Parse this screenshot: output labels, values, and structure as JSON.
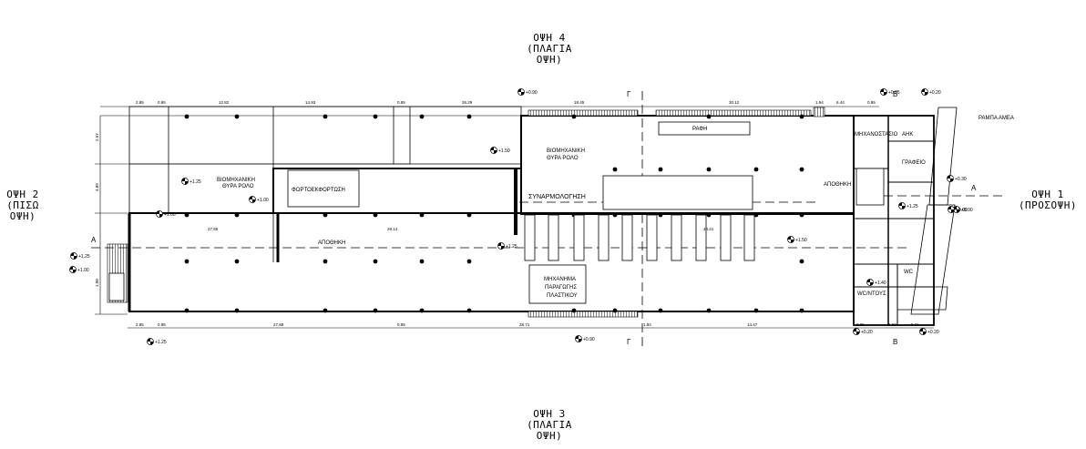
{
  "elevations": {
    "top": {
      "line1": "ΟΨΗ 4",
      "line2": "(ΠΛΑΓΙΑ",
      "line3": "ΟΨΗ)"
    },
    "bottom": {
      "line1": "ΟΨΗ 3",
      "line2": "(ΠΛΑΓΙΑ",
      "line3": "ΟΨΗ)"
    },
    "left": {
      "line1": "ΟΨΗ 2",
      "line2": "(ΠΙΣΩ ΟΨΗ)"
    },
    "right": {
      "line1": "ΟΨΗ 1",
      "line2": "(ΠΡΟΣΟΨΗ)"
    }
  },
  "rooms": {
    "storage": "ΑΠΟΘΗΚΗ",
    "loading": "ΦΟΡΤΟΕΚΦΟΡΤΩΣΗ",
    "assembly": "ΣΥΝΑΡΜΟΛΟΓΗΣΗ",
    "sewing": "ΡΑΦΗ",
    "machine_room": "ΜΗΧΑΝΟΣΤΑΣΙΟ",
    "storage_small": "ΑΠΟΘΗΚΗ",
    "office": "ΓΡΑΦΕΙΟ",
    "wc": "WC",
    "wc2": "WC/ΝΤΟΥΣ",
    "ahk": "ΑΗΚ",
    "plastic_machine_1": "ΜΗΧΑΝΗΜΑ",
    "plastic_machine_2": "ΠΑΡΑΓΩΓΗΣ",
    "plastic_machine_3": "ΠΛΑΣΤΙΚΟΥ"
  },
  "notes": {
    "industrial_door_1a": "ΒΙΟΜΗΧΑΝΙΚΗ",
    "industrial_door_1b": "ΘΥΡΑ ΡΟΛΟ",
    "industrial_door_2a": "ΒΙΟΜΗΧΑΝΙΚΗ",
    "industrial_door_2b": "ΘΥΡΑ ΡΟΛΟ",
    "ramp": "ΡΑΜΠΑ ΑΜΕΑ"
  },
  "sections": {
    "a": "A",
    "b": "Β",
    "g": "Γ"
  },
  "top_dims": [
    "2.85",
    "0.95",
    "12.82",
    "14.93",
    "0.95",
    "26.29",
    "18.45",
    "30.12",
    "1.94",
    "6.44",
    "0.95"
  ],
  "bottom_dims": [
    "2.85",
    "0.95",
    "27.88",
    "0.95",
    "28.71",
    "1.94",
    "14.47",
    "0.95",
    "5.59",
    "5.21"
  ],
  "left_dims": [
    "1.00",
    "2.57",
    "4.89"
  ],
  "inner_dims": [
    "27.85",
    "28.14",
    "44.41"
  ],
  "levels": [
    "+0.90",
    "+1.25",
    "+1.25",
    "+1.00",
    "+1.25",
    "+1.00",
    "+0.90",
    "+0.20",
    "+0.05",
    "+0.30",
    "+1.50",
    "+1.25",
    "+1.50",
    "+0.90",
    "+0.20",
    "+0.20",
    "+0.00",
    "+1.00",
    "+1.40",
    "+1.25"
  ]
}
